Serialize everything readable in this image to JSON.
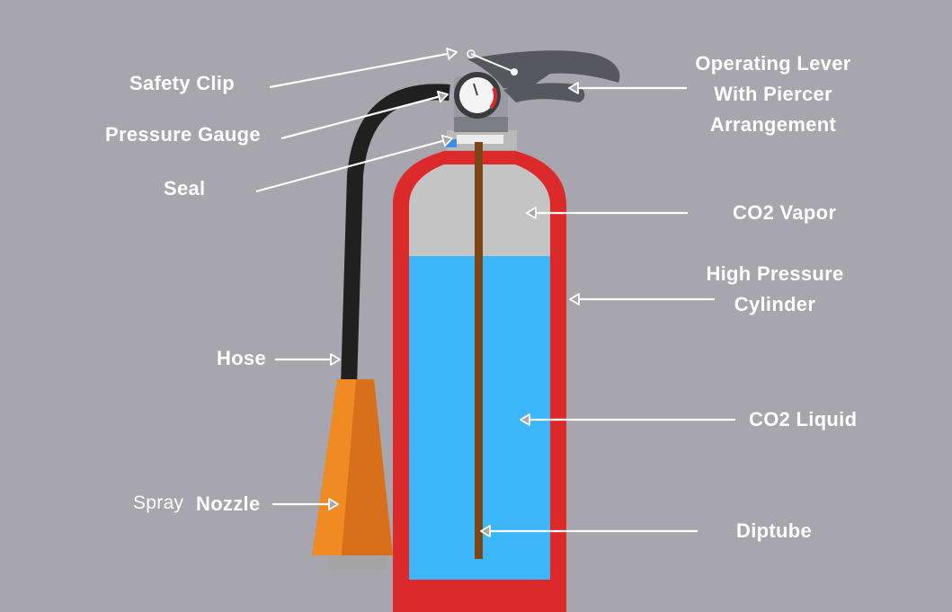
{
  "colors": {
    "background": "#a7a5ad",
    "cylinder_red": "#dc2929",
    "co2_vapor": "#c4c4c4",
    "co2_liquid": "#3db6f9",
    "diptube": "#7b4616",
    "hose": "#202020",
    "nozzle": "#f08a22",
    "lever": "#57585f",
    "label_text": "#ffffff"
  },
  "labels": {
    "safety_clip": "Safety Clip",
    "pressure_gauge": "Pressure Gauge",
    "seal": "Seal",
    "hose": "Hose",
    "spray": "Spray",
    "nozzle": "Nozzle",
    "operating_lever": [
      "Operating Lever",
      "With Piercer",
      "Arrangement"
    ],
    "co2_vapor": "CO2 Vapor",
    "high_pressure_cylinder": [
      "High Pressure",
      "Cylinder"
    ],
    "co2_liquid": "CO2 Liquid",
    "diptube": "Diptube"
  }
}
